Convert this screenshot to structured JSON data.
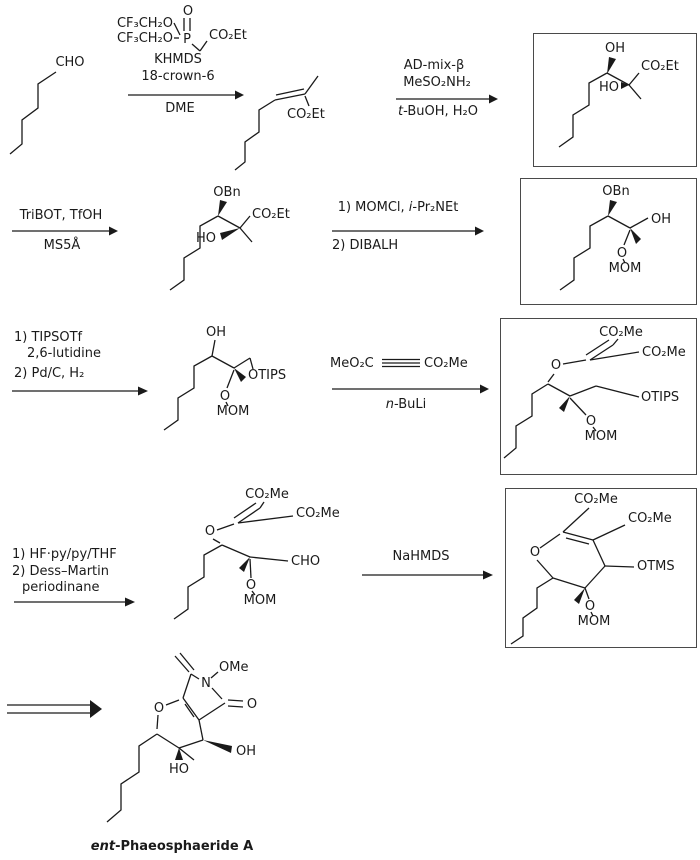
{
  "molecule_labels": {
    "cho": "CHO",
    "co2et": "CO₂Et",
    "co2me": "CO₂Me",
    "meo2c": "MeO₂C",
    "oh": "OH",
    "ho": "HO",
    "obn": "OBn",
    "otips": "OTIPS",
    "otms": "OTMS",
    "mom": "MOM",
    "o": "O",
    "n": "N",
    "ome": "OMe",
    "p": "P",
    "cf3ch2o": "CF₃CH₂O"
  },
  "steps": {
    "s1": {
      "line1": "KHMDS",
      "line2": "18-crown-6",
      "below": "DME"
    },
    "s2": {
      "line1": "AD-mix-β",
      "line2": "MeSO₂NH₂",
      "below_it": "t",
      "below_rest": "-BuOH, H₂O"
    },
    "s3": {
      "above": "TriBOT, TfOH",
      "below": "MS5Å"
    },
    "s4": {
      "line1_pre": "1) MOMCl, ",
      "line1_it": "i",
      "line1_post": "-Pr₂NEt",
      "line2": "2) DIBALH"
    },
    "s5": {
      "line1": "1) TIPSOTf",
      "line2": "2,6-lutidine",
      "line3": "2) Pd/C, H₂"
    },
    "s6": {
      "below_it": "n",
      "below_rest": "-BuLi"
    },
    "s7": {
      "line1": "1) HF·py/py/THF",
      "line2": "2) Dess–Martin",
      "line3": "periodinane"
    },
    "s8": {
      "above": "NaHMDS"
    }
  },
  "product_name": {
    "italic": "ent",
    "rest": "-Phaeosphaeride A"
  }
}
